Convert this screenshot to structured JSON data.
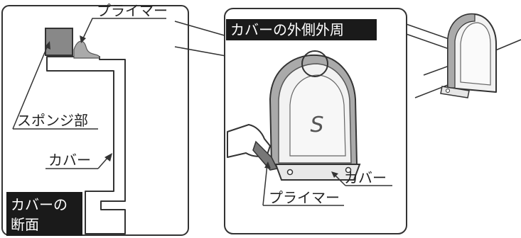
{
  "left_panel": {
    "section_label_line1": "カバーの",
    "section_label_line2": "断面",
    "callouts": {
      "primer": "プライマー",
      "sponge": "スポンジ部",
      "cover": "カバー"
    }
  },
  "center_panel": {
    "title": "カバーの外側外周",
    "callouts": {
      "cover": "カバー",
      "primer": "プライマー"
    },
    "symbol": "S"
  },
  "colors": {
    "outline": "#333333",
    "sponge": "#888888",
    "primer": "#a8a8a8",
    "label_bg": "#1a1a1a",
    "cover_fill": "#f2f2f2"
  }
}
